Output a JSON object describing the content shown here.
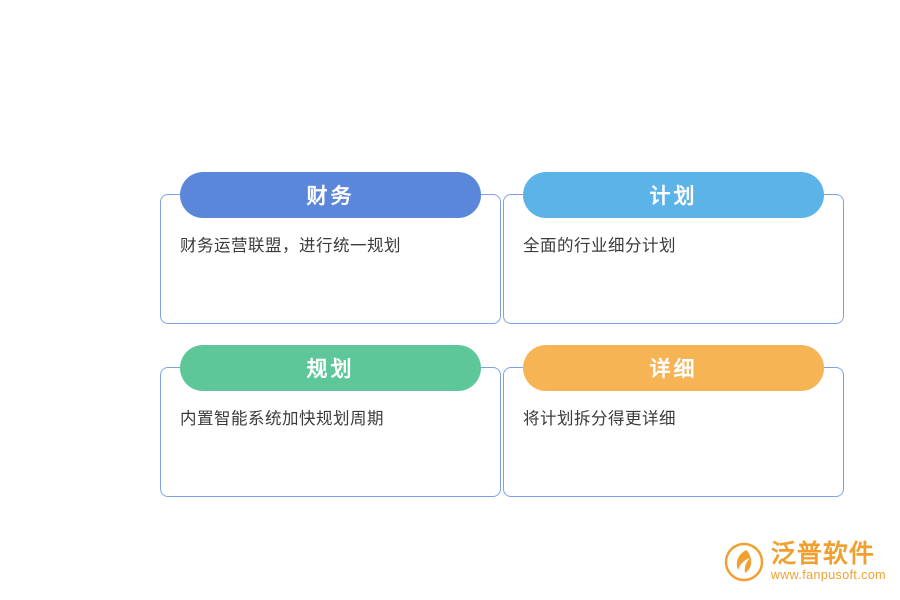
{
  "diagram": {
    "cards": [
      {
        "title": "财务",
        "text": "财务运营联盟，进行统一规划",
        "header_color": "#5b87da",
        "border_color": "#7da2e8"
      },
      {
        "title": "计划",
        "text": "全面的行业细分计划",
        "header_color": "#5cb3e8",
        "border_color": "#7da2e8"
      },
      {
        "title": "规划",
        "text": "内置智能系统加快规划周期",
        "header_color": "#5ec79a",
        "border_color": "#7da2e8"
      },
      {
        "title": "详细",
        "text": "将计划拆分得更详细",
        "header_color": "#f7b455",
        "border_color": "#7da2e8"
      }
    ]
  },
  "watermark": {
    "brand": "泛普软件",
    "url": "www.fanpusoft.com",
    "color": "#f0a030",
    "logo_icon": "fanpu-logo-icon"
  }
}
